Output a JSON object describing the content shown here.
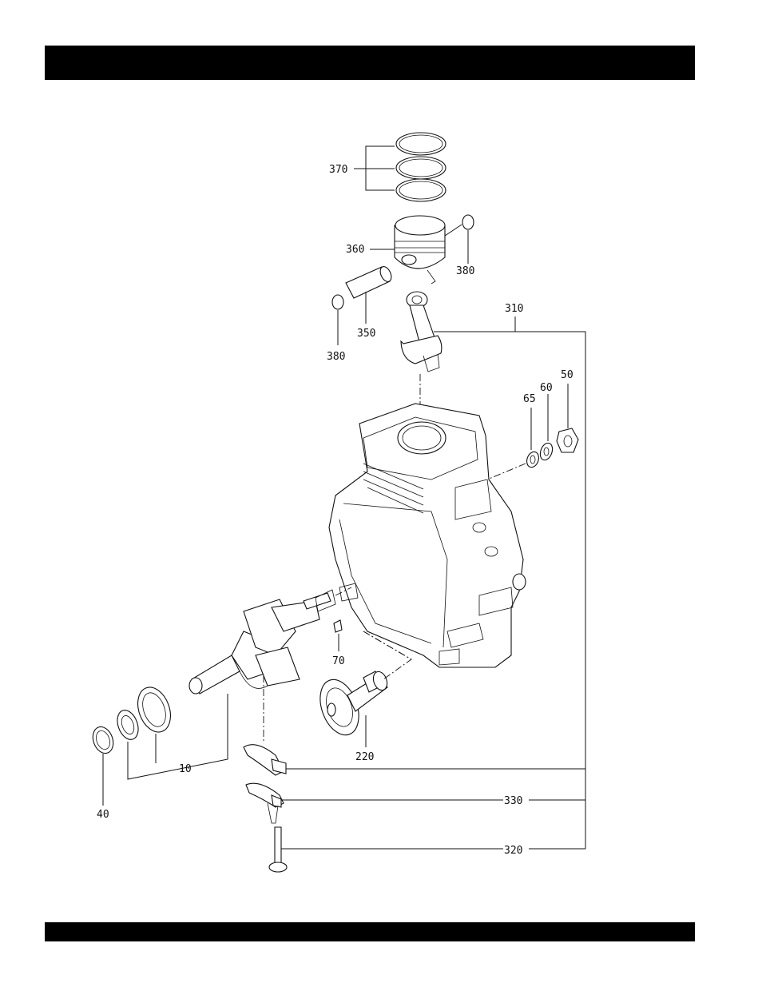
{
  "callouts": {
    "c370": "370",
    "c360": "360",
    "c380a": "380",
    "c350": "350",
    "c380b": "380",
    "c310": "310",
    "c65": "65",
    "c60": "60",
    "c50": "50",
    "c70": "70",
    "c220": "220",
    "c10": "10",
    "c40": "40",
    "c330": "330",
    "c320": "320"
  }
}
